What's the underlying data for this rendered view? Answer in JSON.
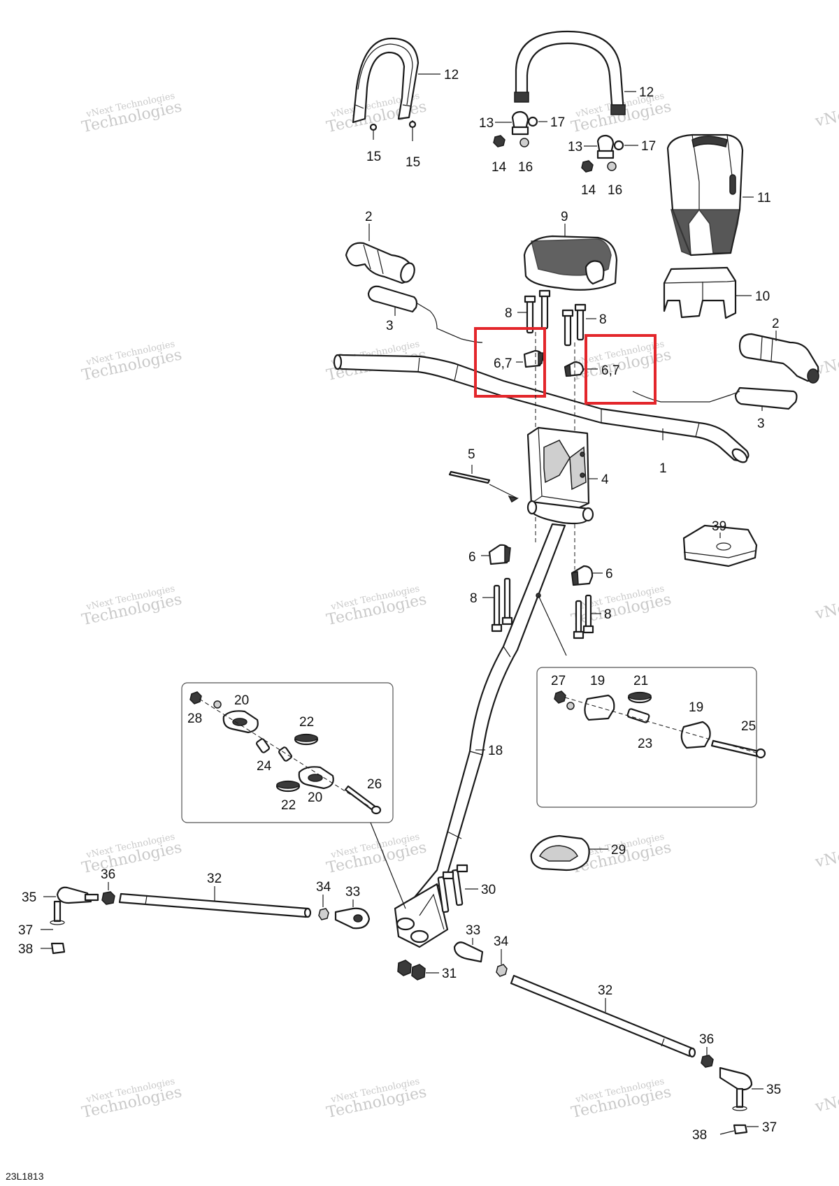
{
  "diagram_code": "23L1813",
  "watermark": {
    "line1": "vNext Technologies",
    "line2": "Technologies",
    "line3": "vNext"
  },
  "highlight_color": "#e3262b",
  "callouts": {
    "c1": "1",
    "c2a": "2",
    "c2b": "2",
    "c3a": "3",
    "c3b": "3",
    "c4": "4",
    "c5": "5",
    "c6a": "6",
    "c6b": "6",
    "c67a": "6,7",
    "c67b": "6,7",
    "c8a": "8",
    "c8b": "8",
    "c8c": "8",
    "c8d": "8",
    "c9": "9",
    "c10": "10",
    "c11": "11",
    "c12a": "12",
    "c12b": "12",
    "c13a": "13",
    "c13b": "13",
    "c14a": "14",
    "c14b": "14",
    "c15a": "15",
    "c15b": "15",
    "c16a": "16",
    "c16b": "16",
    "c17a": "17",
    "c17b": "17",
    "c18": "18",
    "c19a": "19",
    "c19b": "19",
    "c20a": "20",
    "c20b": "20",
    "c21": "21",
    "c22a": "22",
    "c22b": "22",
    "c23": "23",
    "c24": "24",
    "c25": "25",
    "c26": "26",
    "c27": "27",
    "c28": "28",
    "c29": "29",
    "c30": "30",
    "c31": "31",
    "c32a": "32",
    "c32b": "32",
    "c33a": "33",
    "c33b": "33",
    "c34a": "34",
    "c34b": "34",
    "c35a": "35",
    "c35b": "35",
    "c36a": "36",
    "c36b": "36",
    "c37a": "37",
    "c37b": "37",
    "c38a": "38",
    "c38b": "38",
    "c39": "39"
  }
}
